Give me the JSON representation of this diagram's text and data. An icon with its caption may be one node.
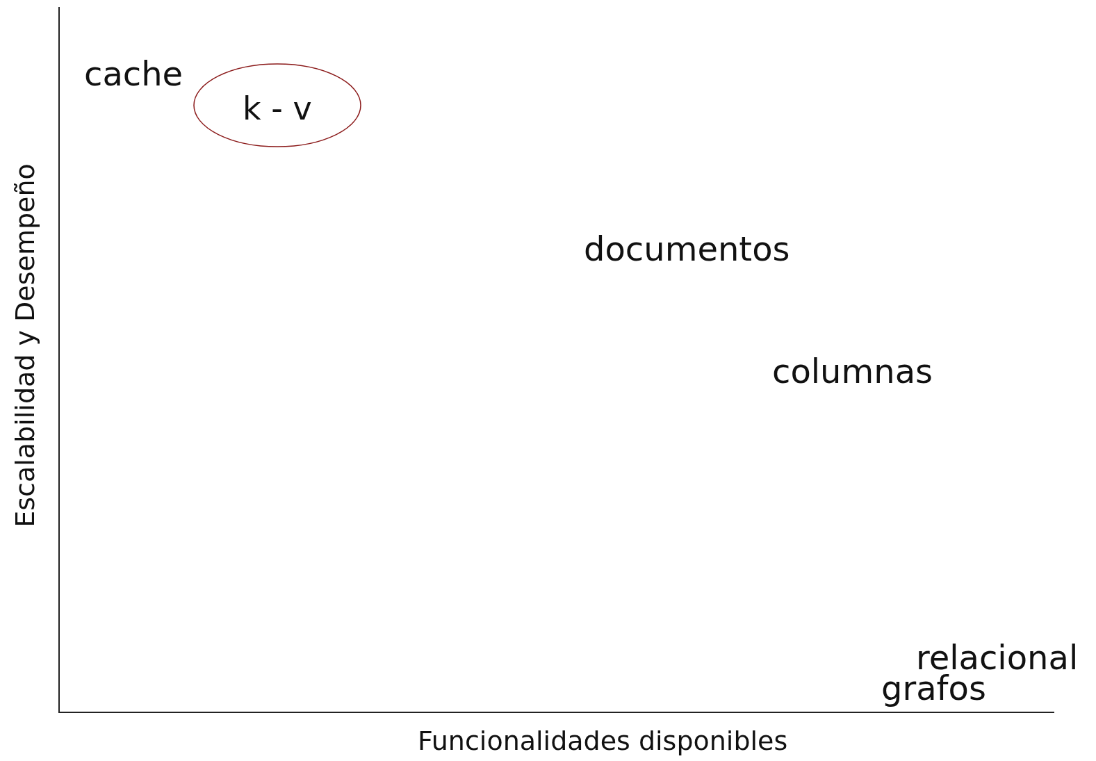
{
  "diagram": {
    "nodes": [
      {
        "text": [
          "k - v"
        ]
      }
    ],
    "labels": [
      "cache",
      "documentos",
      "columnas",
      "relacional",
      "grafos",
      "Escalabilidad y Desempeño",
      "Funcionalidades disponibles"
    ]
  }
}
